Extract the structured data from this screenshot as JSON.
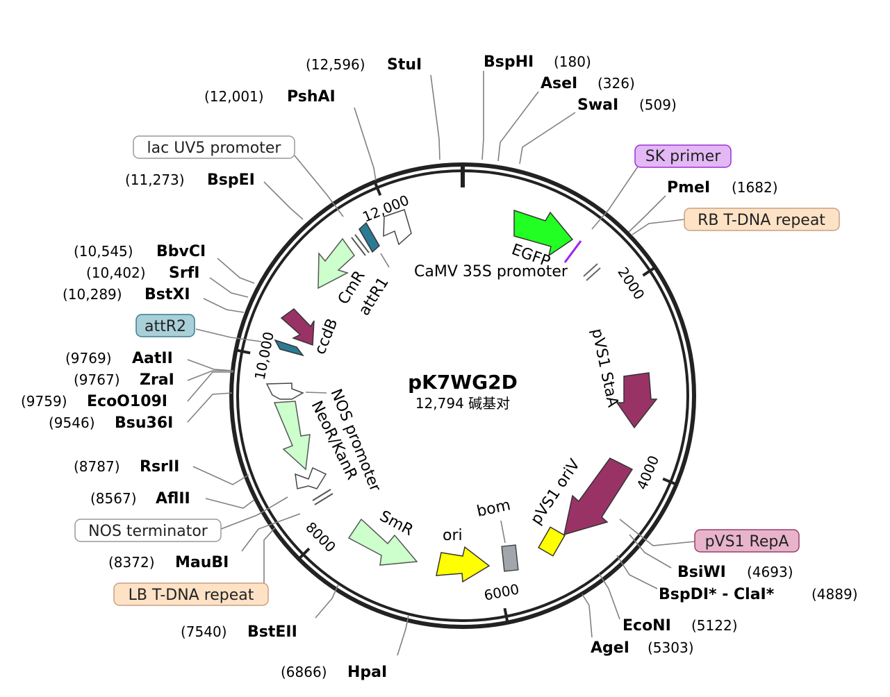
{
  "plasmid": {
    "name": "pK7WG2D",
    "length_text": "12,794 碱基对",
    "length_bp": 12794
  },
  "ticks": [
    {
      "bp": 0,
      "label": ""
    },
    {
      "bp": 2000,
      "label": "2000"
    },
    {
      "bp": 4000,
      "label": "4000"
    },
    {
      "bp": 6000,
      "label": "6000"
    },
    {
      "bp": 8000,
      "label": "8000"
    },
    {
      "bp": 10000,
      "label": "10,000"
    },
    {
      "bp": 12000,
      "label": "12,000"
    }
  ],
  "enzymes": [
    {
      "name": "StuI",
      "pos": "(12,596)",
      "side": "left"
    },
    {
      "name": "BspHI",
      "pos": "(180)",
      "side": "right"
    },
    {
      "name": "AseI",
      "pos": "(326)",
      "side": "right"
    },
    {
      "name": "SwaI",
      "pos": "(509)",
      "side": "right"
    },
    {
      "name": "PshAI",
      "pos": "(12,001)",
      "side": "left"
    },
    {
      "name": "PmeI",
      "pos": "(1682)",
      "side": "right"
    },
    {
      "name": "BspEI",
      "pos": "(11,273)",
      "side": "left"
    },
    {
      "name": "BbvCI",
      "pos": "(10,545)",
      "side": "left"
    },
    {
      "name": "SrfI",
      "pos": "(10,402)",
      "side": "left"
    },
    {
      "name": "BstXI",
      "pos": "(10,289)",
      "side": "left"
    },
    {
      "name": "AatII",
      "pos": "(9769)",
      "side": "left"
    },
    {
      "name": "ZraI",
      "pos": "(9767)",
      "side": "left"
    },
    {
      "name": "EcoO109I",
      "pos": "(9759)",
      "side": "left"
    },
    {
      "name": "Bsu36I",
      "pos": "(9546)",
      "side": "left"
    },
    {
      "name": "RsrII",
      "pos": "(8787)",
      "side": "left"
    },
    {
      "name": "AflII",
      "pos": "(8567)",
      "side": "left"
    },
    {
      "name": "MauBI",
      "pos": "(8372)",
      "side": "left"
    },
    {
      "name": "BstEII",
      "pos": "(7540)",
      "side": "left"
    },
    {
      "name": "HpaI",
      "pos": "(6866)",
      "side": "left"
    },
    {
      "name": "BsiWI",
      "pos": "(4693)",
      "side": "right"
    },
    {
      "name": "BspDI* - ClaI*",
      "pos": "(4889)",
      "side": "right"
    },
    {
      "name": "EcoNI",
      "pos": "(5122)",
      "side": "right"
    },
    {
      "name": "AgeI",
      "pos": "(5303)",
      "side": "right"
    }
  ],
  "boxed_features": [
    {
      "label": "SK primer",
      "fill": "#e3b8f5",
      "stroke": "#9b30d9"
    },
    {
      "label": "RB T-DNA repeat",
      "fill": "#fde2c6",
      "stroke": "#c8a080"
    },
    {
      "label": "lac UV5 promoter",
      "fill": "#ffffff",
      "stroke": "#999999"
    },
    {
      "label": "attR2",
      "fill": "#a9cfd8",
      "stroke": "#3b7d8c"
    },
    {
      "label": "NOS terminator",
      "fill": "#ffffff",
      "stroke": "#999999"
    },
    {
      "label": "LB T-DNA repeat",
      "fill": "#fde2c6",
      "stroke": "#c8a080"
    },
    {
      "label": "pVS1 RepA",
      "fill": "#e7b4cc",
      "stroke": "#9c3b6a"
    }
  ],
  "features": [
    {
      "label": "EGFP",
      "color": "#22ff22"
    },
    {
      "label": "CaMV 35S promoter",
      "color": "#ffffff"
    },
    {
      "label": "pVS1 StaA",
      "color": "#993366"
    },
    {
      "label": "pVS1 oriV",
      "color": "#993366"
    },
    {
      "label": "bom",
      "color": "#a0a6ab"
    },
    {
      "label": "ori",
      "color": "#ffff00"
    },
    {
      "label": "SmR",
      "color": "#ccffcc"
    },
    {
      "label": "NeoR/KanR",
      "color": "#ccffcc"
    },
    {
      "label": "NOS promoter",
      "color": "#ffffff"
    },
    {
      "label": "ccdB",
      "color": "#993366"
    },
    {
      "label": "CmR",
      "color": "#ccffcc"
    },
    {
      "label": "attR1",
      "color": "#2c7b94"
    }
  ]
}
